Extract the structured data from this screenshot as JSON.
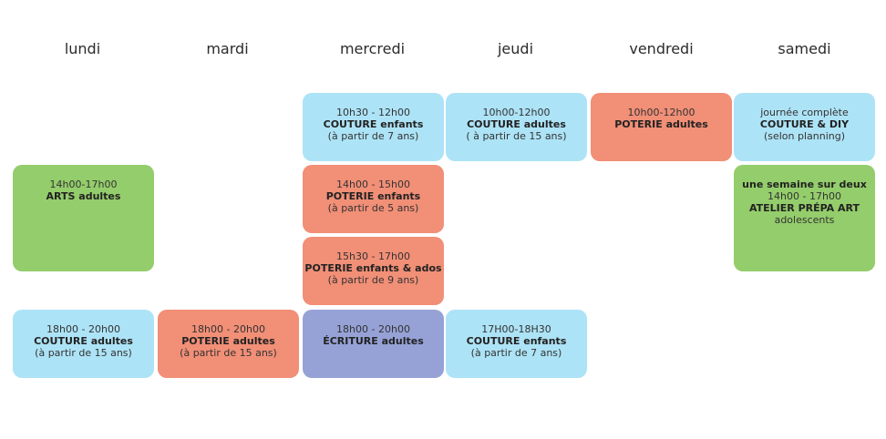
{
  "days": [
    "lundi",
    "mardi",
    "mercredi",
    "jeudi",
    "vendredi",
    "samedi"
  ],
  "colors": {
    "blue": "#ade3f6",
    "salmon": "#f18f77",
    "green": "#94cd6b",
    "purple": "#96a2d6"
  },
  "cards": {
    "mer_couture": {
      "time": "10h30 - 12h00",
      "title": "COUTURE enfants",
      "note": "(à partir de 7 ans)"
    },
    "jeu_couture": {
      "time": "10h00-12h00",
      "title": "COUTURE adultes",
      "note": "( à partir de 15 ans)"
    },
    "ven_poterie": {
      "time": "10h00-12h00",
      "title": "POTERIE adultes"
    },
    "sam_couture": {
      "time": "journée complète",
      "title": "COUTURE & DIY",
      "note": "(selon planning)"
    },
    "lun_arts": {
      "time": "14h00-17h00",
      "title": "ARTS  adultes"
    },
    "mer_poterie1": {
      "time": "14h00 - 15h00",
      "title": "POTERIE enfants",
      "note": "(à partir de 5 ans)"
    },
    "sam_prepa": {
      "pre": "une semaine sur deux",
      "time": "14h00 - 17h00",
      "title": "ATELIER PRÉPA ART",
      "note": "adolescents"
    },
    "mer_poterie2": {
      "time": "15h30 - 17h00",
      "title": "POTERIE enfants & ados",
      "note": "(à partir de 9 ans)"
    },
    "lun_couture": {
      "time": "18h00 - 20h00",
      "title": "COUTURE adultes",
      "note": "(à partir de 15 ans)"
    },
    "mar_poterie": {
      "time": "18h00 - 20h00",
      "title": "POTERIE adultes",
      "note": "(à partir de 15 ans)"
    },
    "mer_ecriture": {
      "time": "18h00 - 20h00",
      "title": "ÉCRITURE adultes"
    },
    "jeu_couture2": {
      "time": "17H00-18H30",
      "title": "COUTURE enfants",
      "note": "(à partir de 7 ans)"
    }
  }
}
